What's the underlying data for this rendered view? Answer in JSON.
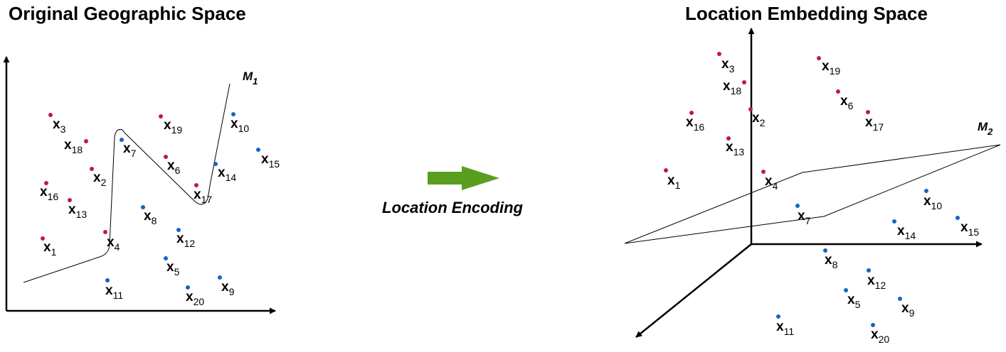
{
  "titles": {
    "left": "Original Geographic Space",
    "right": "Location Embedding Space"
  },
  "arrow": {
    "label": "Location Encoding",
    "color": "#5a9e1e"
  },
  "colors": {
    "magenta": "#c0145f",
    "blue": "#1565c0",
    "axis": "#000000"
  },
  "manifolds": [
    {
      "id": "m1",
      "letter": "M",
      "sub": "1"
    },
    {
      "id": "m2",
      "letter": "M",
      "sub": "2"
    }
  ],
  "points": [
    {
      "id": "x1",
      "letter": "x",
      "sub": "1",
      "color": "magenta"
    },
    {
      "id": "x2",
      "letter": "x",
      "sub": "2",
      "color": "magenta"
    },
    {
      "id": "x3",
      "letter": "x",
      "sub": "3",
      "color": "magenta"
    },
    {
      "id": "x4",
      "letter": "x",
      "sub": "4",
      "color": "magenta"
    },
    {
      "id": "x5",
      "letter": "x",
      "sub": "5",
      "color": "blue"
    },
    {
      "id": "x6",
      "letter": "x",
      "sub": "6",
      "color": "magenta"
    },
    {
      "id": "x7",
      "letter": "x",
      "sub": "7",
      "color": "blue"
    },
    {
      "id": "x8",
      "letter": "x",
      "sub": "8",
      "color": "blue"
    },
    {
      "id": "x9",
      "letter": "x",
      "sub": "9",
      "color": "blue"
    },
    {
      "id": "x10",
      "letter": "x",
      "sub": "10",
      "color": "blue"
    },
    {
      "id": "x11",
      "letter": "x",
      "sub": "11",
      "color": "blue"
    },
    {
      "id": "x12",
      "letter": "x",
      "sub": "12",
      "color": "blue"
    },
    {
      "id": "x13",
      "letter": "x",
      "sub": "13",
      "color": "magenta"
    },
    {
      "id": "x14",
      "letter": "x",
      "sub": "14",
      "color": "blue"
    },
    {
      "id": "x15",
      "letter": "x",
      "sub": "15",
      "color": "blue"
    },
    {
      "id": "x16",
      "letter": "x",
      "sub": "16",
      "color": "magenta"
    },
    {
      "id": "x17",
      "letter": "x",
      "sub": "17",
      "color": "magenta"
    },
    {
      "id": "x18",
      "letter": "x",
      "sub": "18",
      "color": "magenta"
    },
    {
      "id": "x19",
      "letter": "x",
      "sub": "19",
      "color": "magenta"
    },
    {
      "id": "x20",
      "letter": "x",
      "sub": "20",
      "color": "blue"
    }
  ]
}
